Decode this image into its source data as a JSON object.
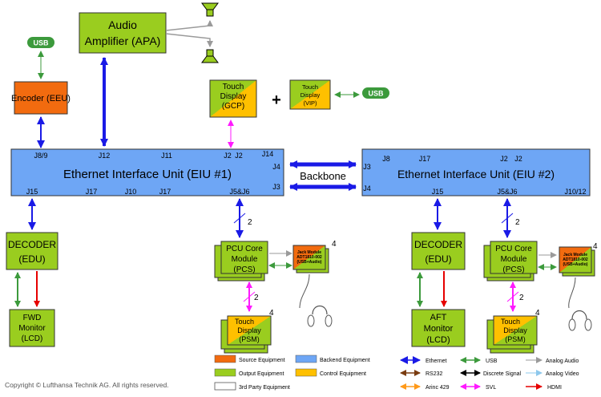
{
  "blocks": {
    "apa": {
      "line1": "Audio",
      "line2": "Amplifier (APA)"
    },
    "encoder": {
      "label": "Encoder (EEU)"
    },
    "usb_left": {
      "label": "USB"
    },
    "usb_right": {
      "label": "USB"
    },
    "gcp": {
      "line1": "Touch",
      "line2": "Display",
      "line3": "(GCP)"
    },
    "plus": {
      "label": "+"
    },
    "vip": {
      "line1": "Touch",
      "line2": "Display",
      "line3": "(VIP)"
    },
    "eiu1": {
      "label": "Ethernet Interface Unit (EIU #1)",
      "ports": {
        "j8_9": "J8/9",
        "j12": "J12",
        "j11": "J11",
        "j2a": "J2",
        "j2b": "J2",
        "j14": "J14",
        "j4": "J4",
        "j3": "J3",
        "j15": "J15",
        "j17a": "J17",
        "j10": "J10",
        "j17b": "J17",
        "j5_6": "J5&J6"
      }
    },
    "eiu2": {
      "label": "Ethernet Interface Unit (EIU #2)",
      "ports": {
        "j8": "J8",
        "j17": "J17",
        "j2a": "J2",
        "j2b": "J2",
        "j3": "J3",
        "j4": "J4",
        "j15": "J15",
        "j5_6": "J5&J6",
        "j10_12": "J10/12"
      }
    },
    "backbone": {
      "label": "Backbone"
    },
    "decoder1": {
      "line1": "DECODER",
      "line2": "(EDU)"
    },
    "decoder2": {
      "line1": "DECODER",
      "line2": "(EDU)"
    },
    "fwd": {
      "line1": "FWD",
      "line2": "Monitor",
      "line3": "(LCD)"
    },
    "aft": {
      "line1": "AFT",
      "line2": "Monitor",
      "line3": "(LCD)"
    },
    "pcs1": {
      "line1": "PCU Core",
      "line2": "Module",
      "line3": "(PCS)"
    },
    "pcs2": {
      "line1": "PCU Core",
      "line2": "Module",
      "line3": "(PCS)"
    },
    "jack1": {
      "line1": "Jack Module",
      "line2": "ADT1810-002",
      "line3": "(USB+Audio)"
    },
    "jack2": {
      "line1": "Jack Module",
      "line2": "ADT1810-002",
      "line3": "(USB+Audio)"
    },
    "psm1": {
      "line1": "Touch",
      "line2": "Display",
      "line3": "(PSM)"
    },
    "psm2": {
      "line1": "Touch",
      "line2": "Display",
      "line3": "(PSM)"
    },
    "counts": {
      "pcs1_bus": "2",
      "pcs1_jack": "4",
      "psm1_bus": "2",
      "psm1": "4",
      "pcs2_bus": "2",
      "pcs2_jack": "4",
      "psm2_bus": "2",
      "psm2": "4"
    }
  },
  "legend": {
    "source": "Source Equipment",
    "backend": "Backend Equipment",
    "output": "Output Equipment",
    "control": "Control Equipment",
    "third_party": "3rd Party Equipment",
    "ethernet": "Ethernet",
    "usb": "USB",
    "analog_audio": "Analog Audio",
    "rs232": "RS232",
    "discrete": "Discrete Signal",
    "analog_video": "Analog Video",
    "arinc": "Arinc 429",
    "svl": "SVL",
    "hdmi": "HDMI"
  },
  "copyright": "Copyright © Lufthansa Technik AG. All rights reserved.",
  "colors": {
    "source": "#f26b0f",
    "backend": "#6ea6f5",
    "output": "#9acd1f",
    "control": "#ffc000",
    "ethernet": "#1a1ae6",
    "usb": "#3c9a3c",
    "analog": "#9a9a9a",
    "rs232": "#7a3c10",
    "discrete": "#000000",
    "analog_video": "#8ec8ec",
    "arinc": "#ff9a1a",
    "svl": "#ff1aff",
    "hdmi": "#e60000"
  }
}
